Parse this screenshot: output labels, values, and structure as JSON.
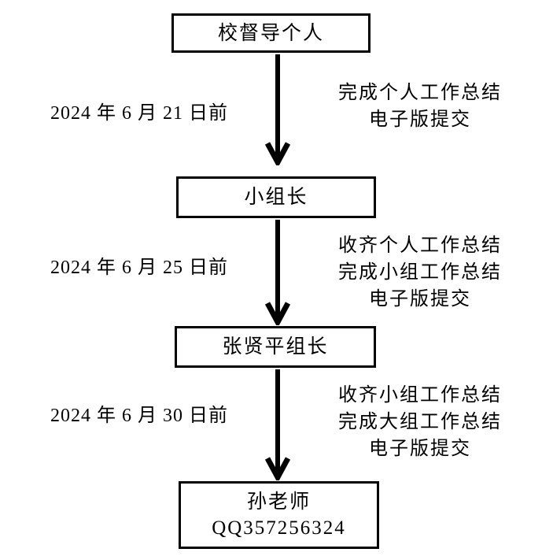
{
  "page": {
    "background_color": "#ffffff",
    "line_color": "#000000",
    "text_color": "#000000"
  },
  "flowchart": {
    "nodes": [
      {
        "label": "校督导个人"
      },
      {
        "label": "小组长"
      },
      {
        "label": "张贤平组长"
      },
      {
        "label": "孙老师",
        "sublabel": "QQ357256324"
      }
    ],
    "steps": [
      {
        "deadline": "2024 年 6 月 21 日前",
        "tasks": [
          "完成个人工作总结",
          "电子版提交"
        ]
      },
      {
        "deadline": "2024 年 6 月 25 日前",
        "tasks": [
          "收齐个人工作总结",
          "完成小组工作总结",
          "电子版提交"
        ]
      },
      {
        "deadline": "2024 年 6 月 30 日前",
        "tasks": [
          "收齐小组工作总结",
          "完成大组工作总结",
          "电子版提交"
        ]
      }
    ]
  }
}
